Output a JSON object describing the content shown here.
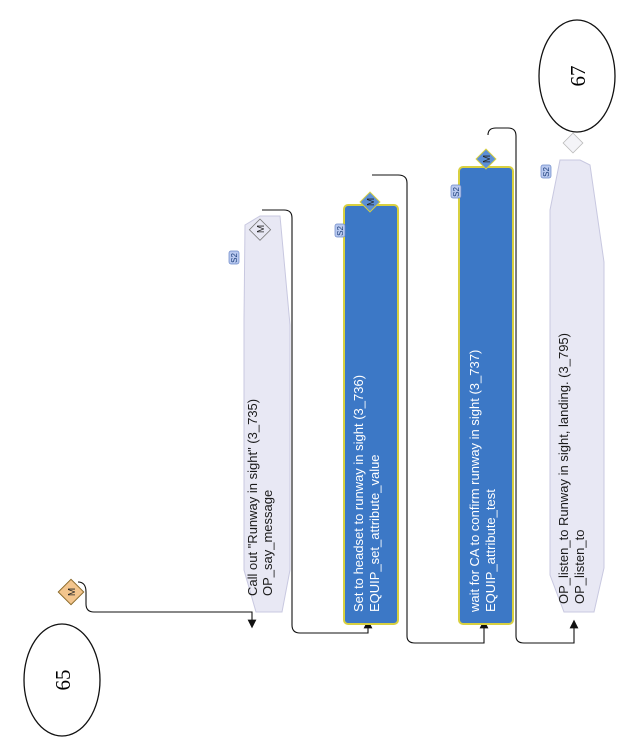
{
  "connectors": {
    "start": "65",
    "end": "67"
  },
  "gate_letter": "M",
  "badge_text": "S2",
  "nodes": [
    {
      "title": "Call out \"Runway in sight\" (3_735)",
      "operator": "OP_say_message",
      "style": "light"
    },
    {
      "title": "Set to headset to runway in sight (3_736)",
      "operator": "EQUIP_set_attribute_value",
      "style": "blue"
    },
    {
      "title": "wait for CA to confirm runway in sight (3_737)",
      "operator": "EQUIP_attribute_test",
      "style": "blue"
    },
    {
      "title": "OP_listen_to Runway in sight, landing. (3_795)",
      "operator": "OP_listen_to",
      "style": "light"
    }
  ],
  "colors": {
    "light_fill": "#e8e8f4",
    "blue_fill": "#3c78c6",
    "blue_border": "#d8d040",
    "gate_start_fill": "#f3c58d",
    "gate_m_fill": "#e8e8f4",
    "gate_blue_m_fill": "#5c8fd6",
    "badge_fill": "#b9c9ef"
  }
}
